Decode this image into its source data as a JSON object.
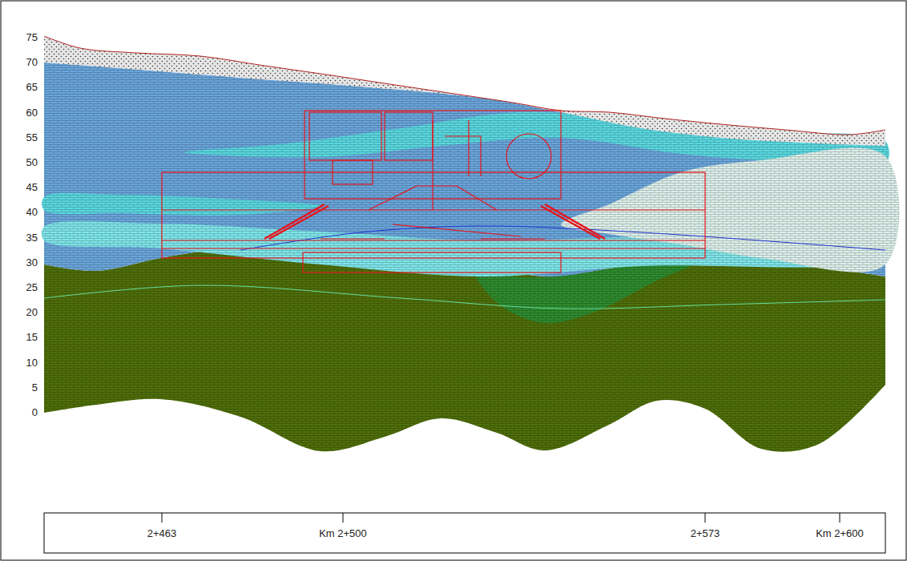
{
  "diagram": {
    "labels": [
      "75",
      "70",
      "65",
      "60",
      "55",
      "50",
      "45",
      "40",
      "35",
      "30",
      "25",
      "20",
      "15",
      "10",
      "5",
      "0",
      "2+463",
      "Km 2+500",
      "2+573",
      "Km 2+600"
    ]
  }
}
